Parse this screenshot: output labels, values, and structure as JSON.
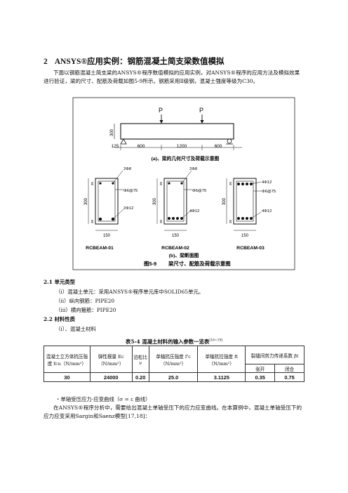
{
  "section": {
    "number": "2",
    "title": "ANSYS®应用实例：钢筋混凝土简支梁数值模拟"
  },
  "intro": "下面以钢筋混凝土简支梁的ANSYS®程序数值模拟的应用实例，对ANSYS®程序的应用方法及模拟效果进行验证，梁的尺寸、配筋及荷载如图5-9所示。钢筋采用Ⅱ级钢，混凝土强度等级为C30。",
  "figure": {
    "load_left": "P",
    "load_right": "P",
    "height_dim": "300",
    "dims": [
      "125",
      "600",
      "1200",
      "600"
    ],
    "caption_a": "(a)、梁的几何尺寸及荷载示意图",
    "caption_b": "(b)、梁断面图",
    "caption": "图5-9",
    "caption_text": "梁尺寸、配筋及荷载示意图",
    "sections": [
      {
        "name": "RCBEAM-01",
        "width": "150",
        "height": "300",
        "cover_top": "30",
        "cover_bot": "30",
        "top_label": "2Φ8",
        "stirrup": "Φ6@75",
        "bot_label": "2Φ12"
      },
      {
        "name": "RCBEAM-02",
        "width": "150",
        "height": "300",
        "cover_top": "30",
        "cover_bot": "30",
        "top_label": "2Φ8",
        "stirrup": "Φ6@75",
        "bot_label": "4Φ12"
      },
      {
        "name": "RCBEAM-03",
        "width": "150",
        "height": "300",
        "cover_top": "30",
        "cover_bot": "30",
        "top_label": "4Φ12",
        "stirrup": "Φ6@75",
        "bot_label": "4Φ12"
      }
    ]
  },
  "sub21": {
    "num": "2.1",
    "title": "单元类型"
  },
  "items21": [
    "（i）混凝土单元：采用ANSYS®程序单元库中SOLID65单元。",
    "（ii）纵向钢筋：PIPE20",
    "（iii）横向箍筋：PIPE20"
  ],
  "sub22": {
    "num": "2.2",
    "title": "材料性质"
  },
  "item22": "（i）、混凝土材料",
  "table": {
    "title": "表5-4  混凝土材料的输入参数一览表",
    "ref": "[16~19]",
    "h1": "混凝土立方体抗压强度 fcu（N/mm²）",
    "h2": "弹性模量 Ec（N/mm²）",
    "h3": "泊松比 ν",
    "h4": "单轴抗压强度 f'c（N/mm²）",
    "h5": "单轴抗拉强度 ft（N/mm²）",
    "h6": "裂缝间剪力传递系数 βt",
    "h6a": "张开",
    "h6b": "闭合",
    "values": [
      "30",
      "24000",
      "0.20",
      "25.0",
      "3.1125",
      "0.35",
      "0.75"
    ]
  },
  "bullet": "・单轴受压应力-应变曲线（σ = ε 曲线）",
  "closing": "在ANSYS®程序分析中，需要给出混凝土单轴受压下的应力应变曲线。在本算例中，混凝土单轴受压下的应力应变采用Sargin和Saenz模型[17,18]："
}
